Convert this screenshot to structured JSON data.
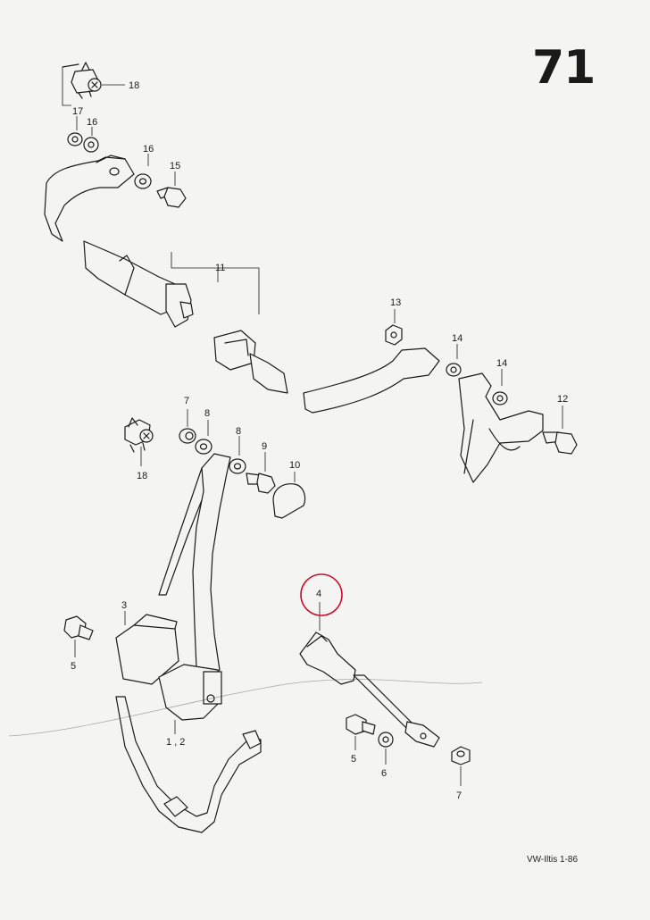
{
  "page_number": "71",
  "footer_reference": "VW-Iltis  1-86",
  "callouts": {
    "c18a": "18",
    "c17": "17",
    "c16a": "16",
    "c16b": "16",
    "c15": "15",
    "c11": "11",
    "c13": "13",
    "c14a": "14",
    "c14b": "14",
    "c12": "12",
    "c7a": "7",
    "c8a": "8",
    "c8b": "8",
    "c9": "9",
    "c10": "10",
    "c18b": "18",
    "c4": "4",
    "c3": "3",
    "c5a": "5",
    "c12b": "1 , 2",
    "c5b": "5",
    "c6": "6",
    "c7b": "7"
  },
  "highlighted_callout": "4",
  "colors": {
    "ink": "#1a1a1a",
    "paper": "#f4f4f2",
    "highlight": "#c8102e"
  }
}
